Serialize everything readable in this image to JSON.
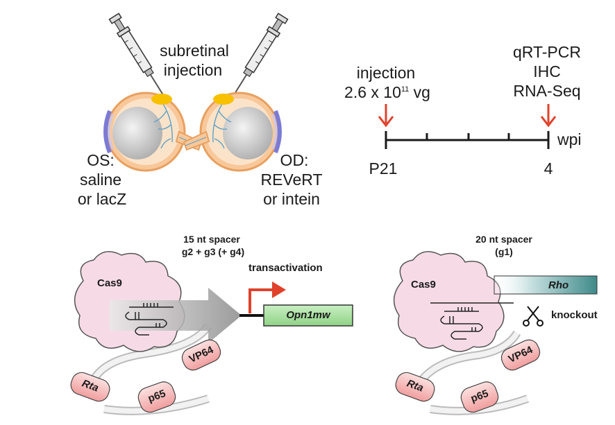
{
  "eyes": {
    "injection_label_line1": "subretinal",
    "injection_label_line2": "injection",
    "left_line1": "OS:",
    "left_line2": "saline",
    "left_line3": "or lacZ",
    "right_line1": "OD:",
    "right_line2": "REVeRT",
    "right_line3": "or intein"
  },
  "timeline": {
    "start_event_line1": "injection",
    "start_event_dose_base": "2.6 x 10",
    "start_event_dose_exp": "11",
    "start_event_dose_unit": " vg",
    "end_event_lines": [
      "qRT-PCR",
      "IHC",
      "RNA-Seq"
    ],
    "start_label": "P21",
    "end_label": "4",
    "unit": "wpi",
    "arrow_color": "#e0412b"
  },
  "activation_panel": {
    "spacer_line1": "15 nt spacer",
    "spacer_line2": "g2 + g3 (+ g4)",
    "transactivation": "transactivation",
    "cas9": "Cas9",
    "gene": "Opn1mw",
    "vp64": "VP64",
    "p65": "p65",
    "rta": "Rta"
  },
  "knockout_panel": {
    "spacer_line1": "20 nt spacer",
    "spacer_line2": "(g1)",
    "cas9": "Cas9",
    "gene": "Rho",
    "knockout": "knockout",
    "vp64": "VP64",
    "p65": "p65",
    "rta": "Rta"
  },
  "colors": {
    "cas9_fill": "#f6dbe6",
    "domain_fill": "#f5b8b8",
    "gene_green": "#a9e0a0",
    "gene_teal": "#3f8a8a",
    "red_arrow": "#e0412b",
    "lens_yellow": "#f7c100"
  }
}
